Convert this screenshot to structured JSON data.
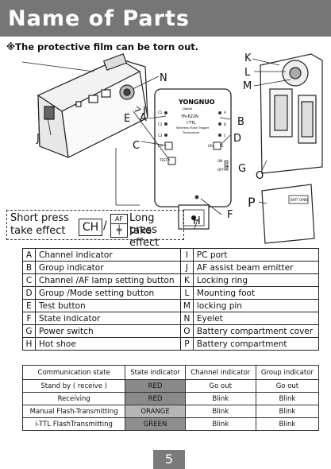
{
  "header": {
    "title": "Name of Parts"
  },
  "note": "※The protective film can be torn out.",
  "device": {
    "brand": "YONGNUO",
    "sub_brand": "Digital",
    "model": "YN-622N",
    "mode": "i-TTL",
    "desc1": "Wireless Flash Trigger",
    "desc2": "Transceiver",
    "ch_labels": [
      "C1",
      "C2",
      "C3"
    ],
    "group_labels": [
      "A",
      "B",
      "C"
    ],
    "ch_key": "CH",
    "test_key": "TEST",
    "grmode_key": "GR/MODE",
    "on_label": "ON",
    "off_label": "OFF",
    "battery_label": "BATT OPEN"
  },
  "callouts": [
    "A",
    "B",
    "C",
    "D",
    "E",
    "F",
    "G",
    "H",
    "I",
    "J",
    "K",
    "L",
    "M",
    "N",
    "O",
    "P"
  ],
  "press": {
    "short1": "Short press",
    "short2": "take effect",
    "ch": "CH",
    "slash": "/",
    "af": "AF",
    "af_sub": "╪",
    "long1": "Long press",
    "long2": "take effect"
  },
  "parts": [
    [
      [
        "A",
        "Channel indicator"
      ],
      [
        "I",
        "PC port"
      ]
    ],
    [
      [
        "B",
        "Group indicator"
      ],
      [
        "J",
        "AF assist beam emitter"
      ]
    ],
    [
      [
        "C",
        "Channel /AF lamp setting button"
      ],
      [
        "K",
        "Locking ring"
      ]
    ],
    [
      [
        "D",
        "Group /Mode setting button"
      ],
      [
        "L",
        "Mounting foot"
      ]
    ],
    [
      [
        "E",
        "Test button"
      ],
      [
        "M",
        "locking pin"
      ]
    ],
    [
      [
        "F",
        "State indicator"
      ],
      [
        "N",
        "Eyelet"
      ]
    ],
    [
      [
        "G",
        "Power switch"
      ],
      [
        "O",
        "Battery compartment cover"
      ]
    ],
    [
      [
        "H",
        "Hot shoe"
      ],
      [
        "P",
        "Battery compartment"
      ]
    ]
  ],
  "status_table": {
    "headers": [
      "Communication state",
      "State indicator",
      "Channel indicator",
      "Group indicator"
    ],
    "rows": [
      [
        "Stand by ( receive )",
        "RED",
        "Go out",
        "Go out"
      ],
      [
        "Receiving",
        "RED",
        "Blink",
        "Blink"
      ],
      [
        "Manual Flash-Transmitting",
        "ORANGE",
        "Blink",
        "Blink"
      ],
      [
        "i-TTL FlashTransmitting",
        "GREEN",
        "Blink",
        "Blink"
      ]
    ],
    "state_colors": [
      "#8a8a8a",
      "#8a8a8a",
      "#b5b5b5",
      "#8e8e8e"
    ]
  },
  "page_number": "5"
}
